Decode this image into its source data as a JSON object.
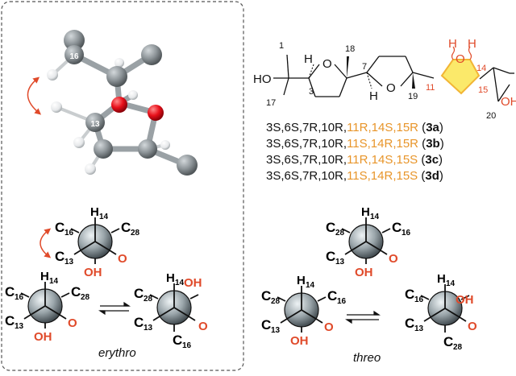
{
  "colors": {
    "orange": "#e8952a",
    "red": "#e04a2a",
    "highlight_fill": "#fbe96a",
    "highlight_stroke": "#f2b535",
    "atom_carbon": "#8e9599",
    "atom_oxygen": "#e8101a",
    "atom_hydrogen": "#ffffff",
    "dash_border": "#555555"
  },
  "left_panel": {
    "model_labels": {
      "c16": "16",
      "c13": "13"
    },
    "newman_top": {
      "h": "H",
      "h_sub": "14",
      "c16": "C",
      "c16_sub": "16",
      "c28": "C",
      "c28_sub": "28",
      "c13": "C",
      "c13_sub": "13",
      "oh": "OH",
      "o": "O"
    },
    "newman_left": {
      "h": "H",
      "h_sub": "14",
      "c16": "C",
      "c16_sub": "16",
      "c28": "C",
      "c28_sub": "28",
      "c13": "C",
      "c13_sub": "13",
      "oh": "OH",
      "o": "O"
    },
    "newman_right": {
      "h": "H",
      "h_sub": "14",
      "oh": "OH",
      "c28": "C",
      "c28_sub": "28",
      "c13": "C",
      "c13_sub": "13",
      "o": "O",
      "c16": "C",
      "c16_sub": "16"
    },
    "caption": "erythro"
  },
  "right_panel": {
    "structure": {
      "ho": "HO",
      "oh": "OH",
      "o_ring1": "O",
      "o_ring2": "O",
      "o_ring3": "O",
      "h_left": "H",
      "h_ring2": "H",
      "h_ring3a": "H",
      "h_ring3b": "H",
      "n1": "1",
      "n3": "3",
      "n7": "7",
      "n11": "11",
      "n14": "14",
      "n15": "15",
      "n17": "17",
      "n18": "18",
      "n19": "19",
      "n20": "20"
    },
    "isomers": [
      {
        "black": "3S,6S,7R,10R,",
        "orange": "11R,14S,15R",
        "compound": "3a"
      },
      {
        "black": "3S,6S,7R,10R,",
        "orange": "11S,14R,15R",
        "compound": "3b"
      },
      {
        "black": "3S,6S,7R,10R,",
        "orange": "11R,14S,15S",
        "compound": "3c"
      },
      {
        "black": "3S,6S,7R,10R,",
        "orange": "11S,14R,15S",
        "compound": "3d"
      }
    ],
    "newman_top": {
      "h": "H",
      "h_sub": "14",
      "c28": "C",
      "c28_sub": "28",
      "c16": "C",
      "c16_sub": "16",
      "c13": "C",
      "c13_sub": "13",
      "oh": "OH",
      "o": "O"
    },
    "newman_left": {
      "h": "H",
      "h_sub": "14",
      "c28": "C",
      "c28_sub": "28",
      "c16": "C",
      "c16_sub": "16",
      "c13": "C",
      "c13_sub": "13",
      "oh": "OH",
      "o": "O"
    },
    "newman_right": {
      "h": "H",
      "h_sub": "14",
      "oh": "OH",
      "c16": "C",
      "c16_sub": "16",
      "c13": "C",
      "c13_sub": "13",
      "o": "O",
      "c28": "C",
      "c28_sub": "28"
    },
    "caption": "threo"
  }
}
